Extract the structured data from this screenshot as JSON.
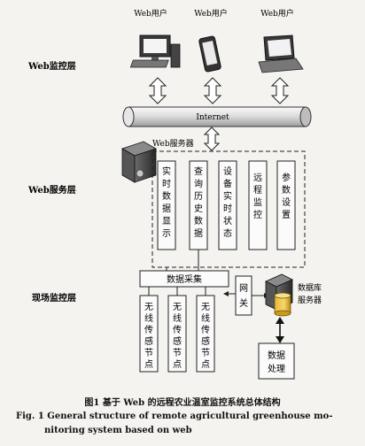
{
  "layers": {
    "web_monitor": "Web监控层",
    "web_service": "Web服务层",
    "field_monitor": "现场监控层"
  },
  "clients": [
    "Web用户",
    "Web用户",
    "Web用户"
  ],
  "internet": "Internet",
  "web_server": "Web服务器",
  "services": [
    [
      "实",
      "时",
      "数",
      "据",
      "显",
      "示"
    ],
    [
      "查",
      "询",
      "历",
      "史",
      "数",
      "据"
    ],
    [
      "设",
      "备",
      "实",
      "时",
      "状",
      "态"
    ],
    [
      "远",
      "程",
      "监",
      "控"
    ],
    [
      "参",
      "数",
      "设",
      "置"
    ]
  ],
  "data_acquisition": "数据采集",
  "gateway": [
    "网",
    "关"
  ],
  "db_server": [
    "数据库",
    "服务器"
  ],
  "sensors": [
    [
      "无",
      "线",
      "传",
      "感",
      "节",
      "点"
    ],
    [
      "无",
      "线",
      "传",
      "感",
      "节",
      "点"
    ],
    [
      "无",
      "线",
      "传",
      "感",
      "节",
      "点"
    ]
  ],
  "data_processing": [
    "数据",
    "处理"
  ],
  "caption": {
    "zh": "图1   基于 Web 的远程农业温室监控系统总体结构",
    "en_line1": "Fig. 1    General structure of remote agricultural greenhouse mo-",
    "en_line2": "nitoring system based on web"
  }
}
